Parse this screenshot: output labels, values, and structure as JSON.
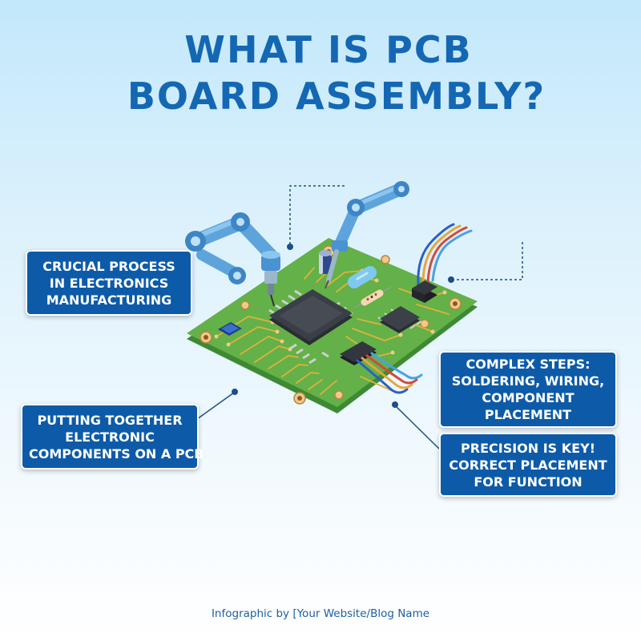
{
  "title": {
    "line1": "WHAT IS PCB",
    "line2": "BOARD ASSEMBLY?"
  },
  "callouts": {
    "crucial": {
      "lines": [
        "CRUCIAL PROCESS",
        "IN ELECTRONICS",
        "MANUFACTURING"
      ]
    },
    "putting": {
      "lines": [
        "PUTTING TOGETHER",
        "ELECTRONIC",
        "COMPONENTS ON A PCB"
      ]
    },
    "complex": {
      "lines": [
        "COMPLEX STEPS:",
        "SOLDERING, WIRING,",
        "COMPONENT",
        "PLACEMENT"
      ]
    },
    "precision": {
      "lines": [
        "PRECISION IS KEY!",
        "CORRECT PLACEMENT",
        "FOR FUNCTION"
      ]
    }
  },
  "footer": {
    "credit": "Infographic by [Your Website/Blog Name"
  },
  "colors": {
    "title": "#1467b3",
    "box_fill": "#0d5ba8",
    "board_green": "#5fae45",
    "trace_gold": "#e0b13a",
    "arm_blue": "#6fb3e8"
  },
  "icons": [
    "robotic-arm-left",
    "robotic-arm-right",
    "microchip",
    "capacitor",
    "resistor",
    "connector-ribbon"
  ]
}
